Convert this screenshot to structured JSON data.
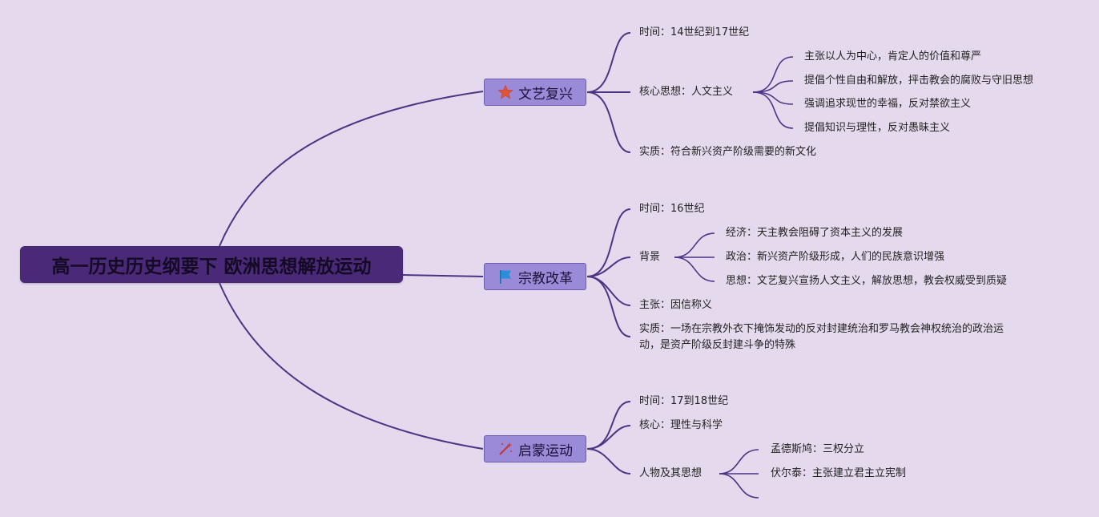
{
  "root": {
    "title": "高一历史历史纲要下 欧洲思想解放运动"
  },
  "branches": [
    {
      "label": "文艺复兴",
      "icon": "star-icon",
      "items": {
        "time": "时间：14世纪到17世纪",
        "core": "核心思想：人文主义",
        "core_points": [
          "主张以人为中心，肯定人的价值和尊严",
          "提倡个性自由和解放，抨击教会的腐败与守旧思想",
          "强调追求现世的幸福，反对禁欲主义",
          "提倡知识与理性，反对愚昧主义"
        ],
        "essence": "实质：符合新兴资产阶级需要的新文化"
      }
    },
    {
      "label": "宗教改革",
      "icon": "flag-icon",
      "items": {
        "time": "时间：16世纪",
        "background": "背景",
        "background_points": [
          "经济：天主教会阻碍了资本主义的发展",
          "政治：新兴资产阶级形成，人们的民族意识增强",
          "思想：文艺复兴宣扬人文主义，解放思想，教会权威受到质疑"
        ],
        "claim": "主张：因信称义",
        "essence_line1": "实质：一场在宗教外衣下掩饰发动的反对封建统治和罗马教会神权统治的政治运",
        "essence_line2": "动，是资产阶级反封建斗争的特殊"
      }
    },
    {
      "label": "启蒙运动",
      "icon": "magic-wand-icon",
      "items": {
        "time": "时间：17到18世纪",
        "core": "核心：理性与科学",
        "people": "人物及其思想",
        "people_points": [
          "孟德斯鸠：三权分立",
          "伏尔泰：主张建立君主立宪制"
        ]
      }
    }
  ],
  "colors": {
    "background": "#e5daed",
    "line": "#4a3585",
    "root_fill": "#4a2a78",
    "branch_fill": "#9b8ad8",
    "star": "#e0553a",
    "flag": "#2a8fd8",
    "wand": "#c0393b"
  }
}
